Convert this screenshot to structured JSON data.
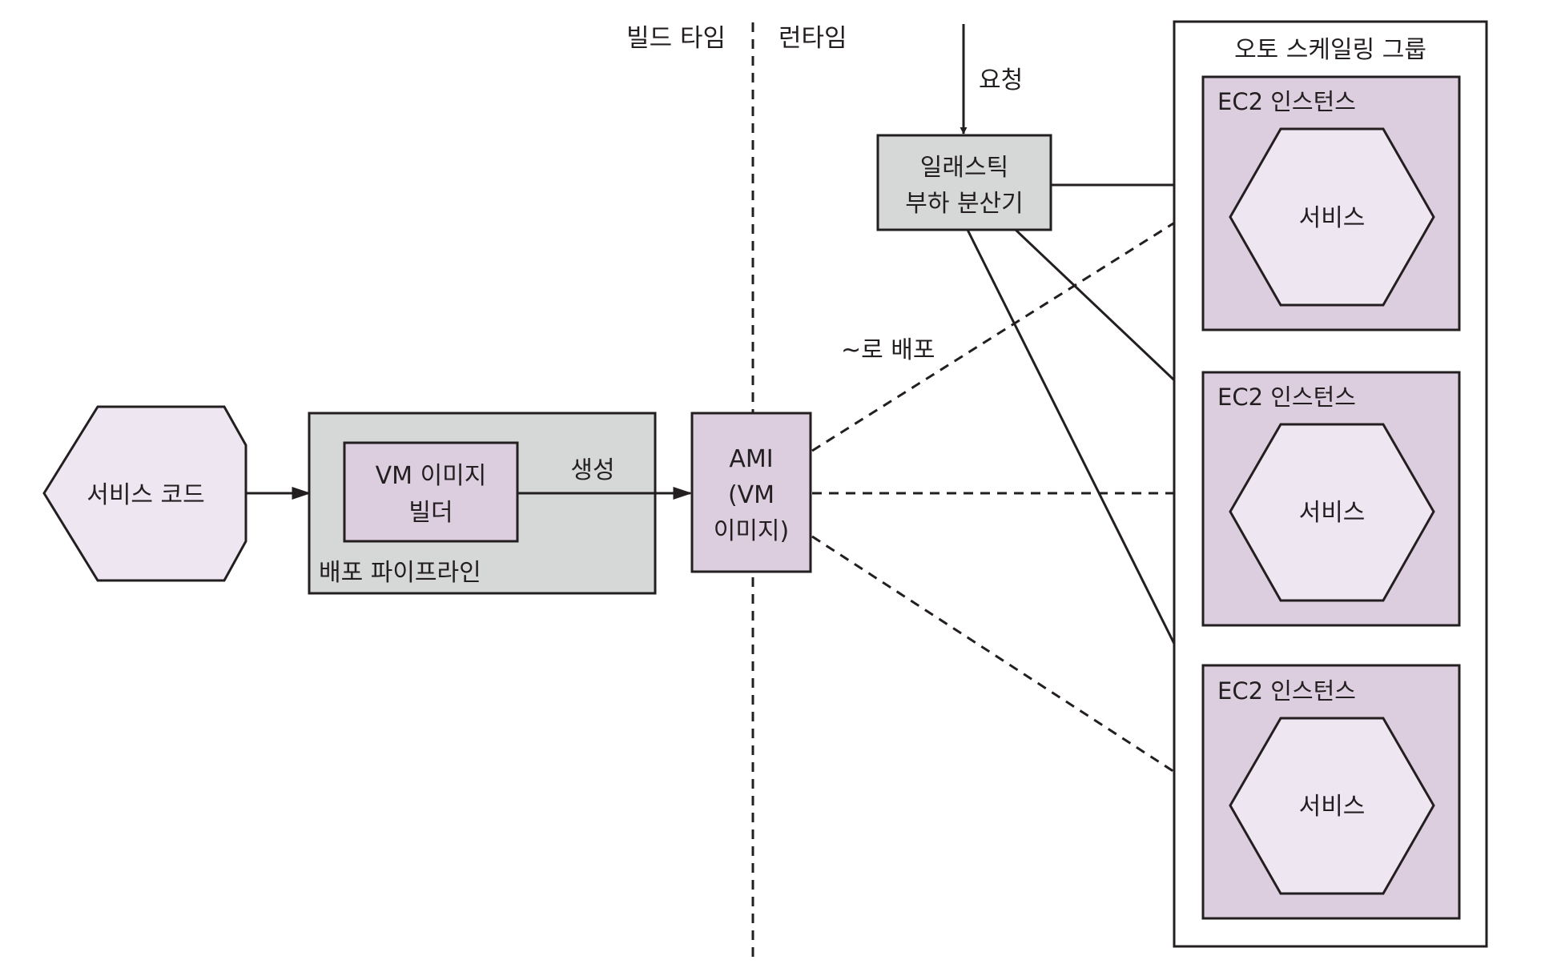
{
  "colors": {
    "ink": "#231f20",
    "lavender_light": "#eee6f0",
    "lavender_mid": "#dccddf",
    "gray_box": "#d6d7d7",
    "background": "#ffffff"
  },
  "phases": {
    "build": "빌드 타임",
    "runtime": "런타임"
  },
  "nodes": {
    "service_code": "서비스 코드",
    "pipeline": {
      "label": "배포 파이프라인",
      "builder_line1": "VM 이미지",
      "builder_line2": "빌더"
    },
    "ami": {
      "line1": "AMI",
      "line2": "(VM",
      "line3": "이미지)"
    },
    "load_balancer": {
      "line1": "일래스틱",
      "line2": "부하 분산기"
    },
    "asg": {
      "title": "오토 스케일링 그룹",
      "instances": [
        {
          "label": "EC2 인스턴스",
          "service": "서비스"
        },
        {
          "label": "EC2 인스턴스",
          "service": "서비스"
        },
        {
          "label": "EC2 인스턴스",
          "service": "서비스"
        }
      ]
    }
  },
  "edges": {
    "generate": "생성",
    "deploy_to": "~로 배포",
    "request": "요청"
  }
}
